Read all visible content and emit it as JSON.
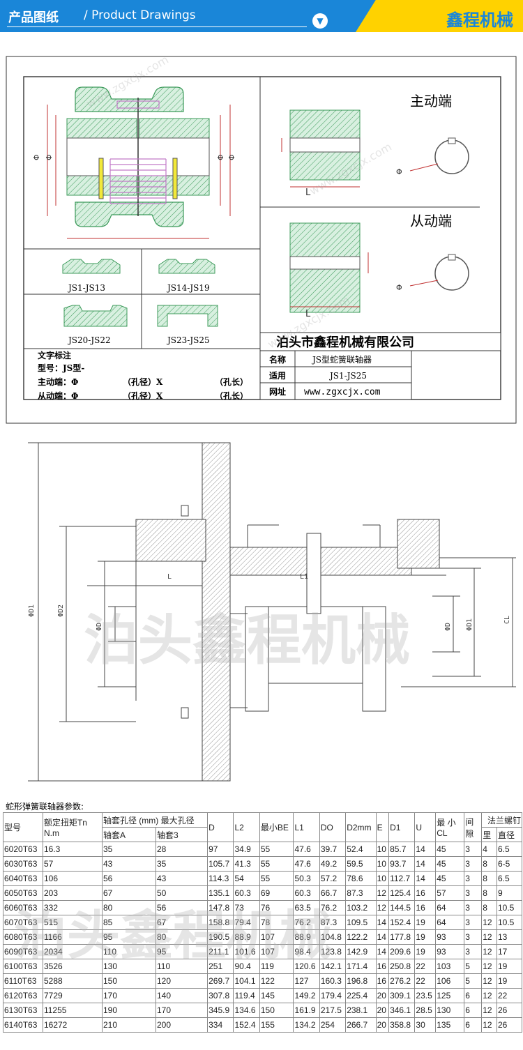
{
  "header": {
    "title_cn": "产品图纸",
    "separator": "/",
    "title_en": "Product Drawings",
    "brand": "鑫程机械",
    "colors": {
      "blue": "#1a86d8",
      "yellow": "#ffd200"
    }
  },
  "drawing": {
    "driving_end": "主动端",
    "driven_end": "从动端",
    "diameter_symbol": "Φ",
    "length_symbol": "L",
    "variants": [
      "JS1-JS13",
      "JS14-JS19",
      "JS20-JS22",
      "JS23-JS25"
    ],
    "notes_title": "文字标注",
    "model_line": "型号：JS型-",
    "driving_line": "主动端：Φ",
    "driven_line": "从动端：Φ",
    "bore_dia": "（孔径）X",
    "bore_len": "（孔长）",
    "company": "泊头市鑫程机械有限公司",
    "info": [
      {
        "label": "名称",
        "value": "JS型蛇簧联轴器"
      },
      {
        "label": "适用",
        "value": "JS1-JS25"
      },
      {
        "label": "网址",
        "value": "www.zgxcjx.com"
      }
    ],
    "watermark_text": "www.zgxcjx.com"
  },
  "drawing2": {
    "labels": [
      "ΦD1",
      "ΦD2",
      "ΦD",
      "L",
      "L1",
      "ΦD",
      "ΦD1",
      "CL"
    ],
    "watermark": "泊头鑫程机械"
  },
  "table": {
    "title": "蛇形弹簧联轴器参数:",
    "headers": {
      "model": "型号",
      "torque": "额定扭矩Tn N.m",
      "bore": "轴套孔径 (mm) 最大孔径",
      "sleeveA": "轴套A",
      "sleeve3": "轴套3",
      "D": "D",
      "L2": "L2",
      "BE": "最小BE",
      "L1": "L1",
      "DO": "DO",
      "D2": "D2mm",
      "E": "E",
      "D1": "D1",
      "U": "U",
      "CL": "最 小CL",
      "gap": "间隙",
      "flange": "法兰螺钉",
      "li": "里",
      "dia": "直径"
    },
    "rows": [
      [
        "6020T63",
        "16.3",
        "35",
        "28",
        "97",
        "34.9",
        "55",
        "47.6",
        "39.7",
        "52.4",
        "10",
        "85.7",
        "14",
        "45",
        "3",
        "4",
        "6.5"
      ],
      [
        "6030T63",
        "57",
        "43",
        "35",
        "105.7",
        "41.3",
        "55",
        "47.6",
        "49.2",
        "59.5",
        "10",
        "93.7",
        "14",
        "45",
        "3",
        "8",
        "6-5"
      ],
      [
        "6040T63",
        "106",
        "56",
        "43",
        "114.3",
        "54",
        "55",
        "50.3",
        "57.2",
        "78.6",
        "10",
        "112.7",
        "14",
        "45",
        "3",
        "8",
        "6.5"
      ],
      [
        "6050T63",
        "203",
        "67",
        "50",
        "135.1",
        "60.3",
        "69",
        "60.3",
        "66.7",
        "87.3",
        "12",
        "125.4",
        "16",
        "57",
        "3",
        "8",
        "9"
      ],
      [
        "6060T63",
        "332",
        "80",
        "56",
        "147.8",
        "73",
        "76",
        "63.5",
        "76.2",
        "103.2",
        "12",
        "144.5",
        "16",
        "64",
        "3",
        "8",
        "10.5"
      ],
      [
        "6070T63",
        "515",
        "85",
        "67",
        "158.8",
        "79.4",
        "78",
        "76.2",
        "87.3",
        "109.5",
        "14",
        "152.4",
        "19",
        "64",
        "3",
        "12",
        "10.5"
      ],
      [
        "6080T63",
        "1166",
        "95",
        "80",
        "190.5",
        "88.9",
        "107",
        "88.9",
        "104.8",
        "122.2",
        "14",
        "177.8",
        "19",
        "93",
        "3",
        "12",
        "13"
      ],
      [
        "6090T63",
        "2034",
        "110",
        "95",
        "211.1",
        "101.6",
        "107",
        "98.4",
        "123.8",
        "142.9",
        "14",
        "209.6",
        "19",
        "93",
        "3",
        "12",
        "17"
      ],
      [
        "6100T63",
        "3526",
        "130",
        "110",
        "251",
        "90.4",
        "119",
        "120.6",
        "142.1",
        "171.4",
        "16",
        "250.8",
        "22",
        "103",
        "5",
        "12",
        "19"
      ],
      [
        "6110T63",
        "5288",
        "150",
        "120",
        "269.7",
        "104.1",
        "122",
        "127",
        "160.3",
        "196.8",
        "16",
        "276.2",
        "22",
        "106",
        "5",
        "12",
        "19"
      ],
      [
        "6120T63",
        "7729",
        "170",
        "140",
        "307.8",
        "119.4",
        "145",
        "149.2",
        "179.4",
        "225.4",
        "20",
        "309.1",
        "23.5",
        "125",
        "6",
        "12",
        "22"
      ],
      [
        "6130T63",
        "11255",
        "190",
        "170",
        "345.9",
        "134.6",
        "150",
        "161.9",
        "217.5",
        "238.1",
        "20",
        "346.1",
        "28.5",
        "130",
        "6",
        "12",
        "26"
      ],
      [
        "6140T63",
        "16272",
        "210",
        "200",
        "334",
        "152.4",
        "155",
        "134.2",
        "254",
        "266.7",
        "20",
        "358.8",
        "30",
        "135",
        "6",
        "12",
        "26"
      ]
    ]
  }
}
